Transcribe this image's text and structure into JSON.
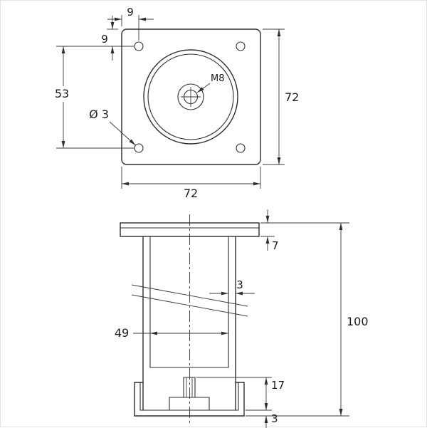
{
  "page": {
    "background": "#ffffff",
    "line_color": "#2e2e2e",
    "text_color": "#1b1b1b"
  },
  "top_view": {
    "dim_hole_offset_x": "9",
    "dim_hole_offset_y": "9",
    "dim_hole_spacing": "53",
    "label_hole_diameter": "Ø 3",
    "label_thread": "M8",
    "dim_plate_height": "72",
    "dim_plate_width": "72"
  },
  "front_view": {
    "dim_flange_thickness": "7",
    "dim_wall_thickness": "3",
    "dim_inner_diameter": "49",
    "dim_total_height": "100",
    "dim_foot_height": "17",
    "dim_base_thickness": "3"
  }
}
